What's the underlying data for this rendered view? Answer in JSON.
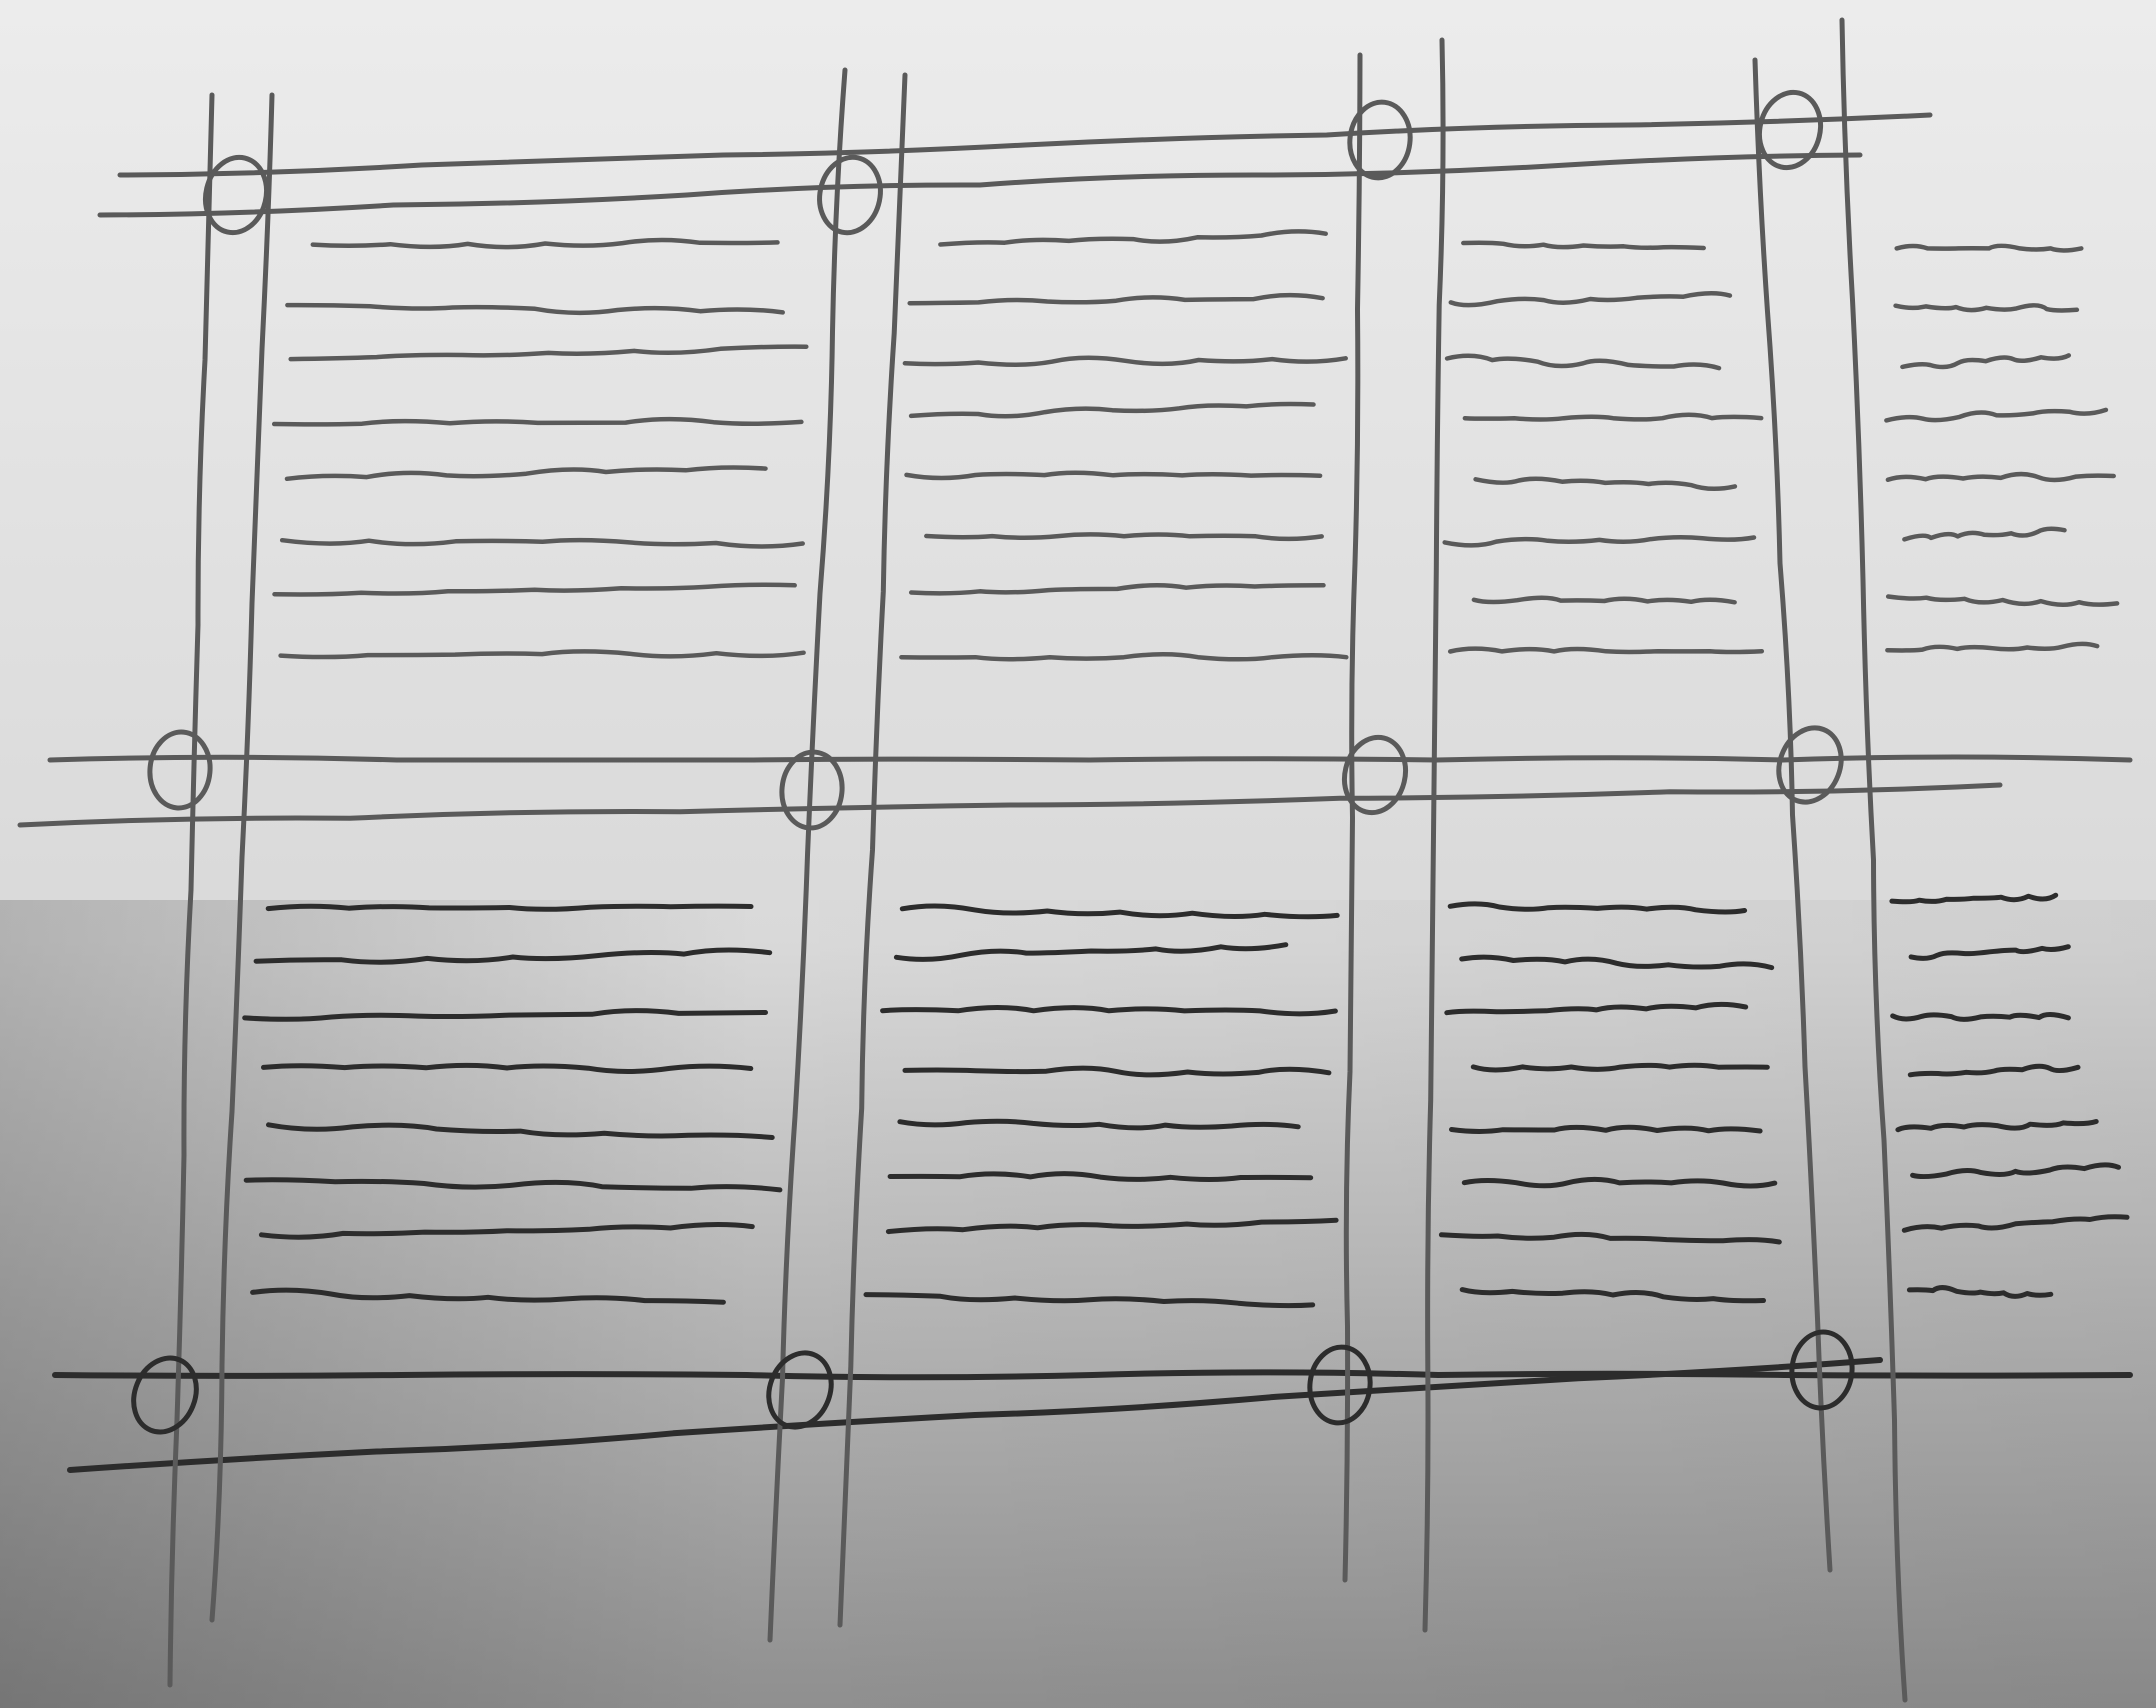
{
  "sketch": {
    "paper_colors": {
      "top": "#ececec",
      "middle": "#d9d9d9",
      "bottom": "#8f8f8f"
    },
    "pencil_colors": {
      "light": "#5a5a5a",
      "dark": "#2c2c2c"
    },
    "grid": {
      "post_pairs": 4,
      "rail_pairs": 3,
      "hatch_rows_per_bay": 8,
      "joints": 12
    }
  }
}
